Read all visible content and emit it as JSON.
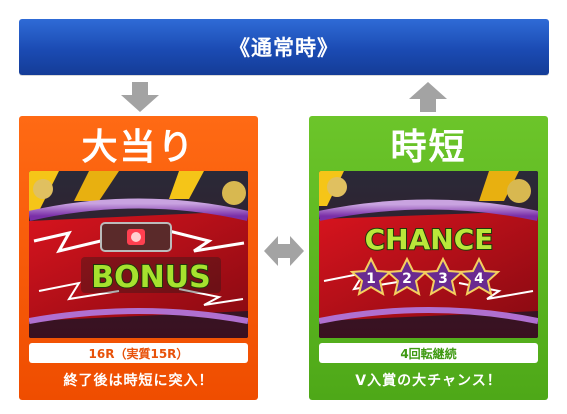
{
  "top": {
    "title": "《通常時》"
  },
  "left": {
    "title": "大当り",
    "sign": "BONUS",
    "info": "16R（実質15R）",
    "caption": "終了後は時短に突入！"
  },
  "right": {
    "title": "時短",
    "sign": "CHANCE",
    "digits": [
      "1",
      "2",
      "3",
      "4"
    ],
    "info": "4回転継続",
    "caption": "V入賞の大チャンス！"
  },
  "colors": {
    "banner": "#1b4bb3",
    "left_panel": "#f05a0a",
    "right_panel": "#5cb51f",
    "arrow": "#9a9a9a"
  },
  "icons": {
    "down": "arrow-down-icon",
    "up": "arrow-up-icon",
    "bidirectional": "double-arrow-icon"
  }
}
